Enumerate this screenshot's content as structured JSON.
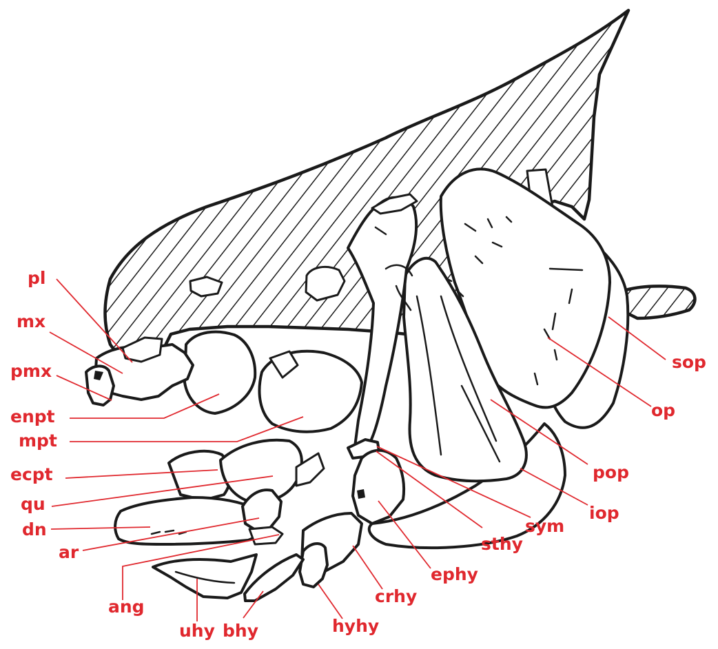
{
  "diagram": {
    "label_color": "#e0282e",
    "outline_color": "#1a1a1a",
    "labels": {
      "pl": "pl",
      "mx": "mx",
      "pmx": "pmx",
      "enpt": "enpt",
      "mpt": "mpt",
      "ecpt": "ecpt",
      "qu": "qu",
      "dn": "dn",
      "ar": "ar",
      "ang": "ang",
      "uhy": "uhy",
      "bhy": "bhy",
      "hyhy": "hyhy",
      "crhy": "crhy",
      "ephy": "ephy",
      "sthy": "sthy",
      "sym": "sym",
      "iop": "iop",
      "pop": "pop",
      "op": "op",
      "sop": "sop"
    }
  }
}
